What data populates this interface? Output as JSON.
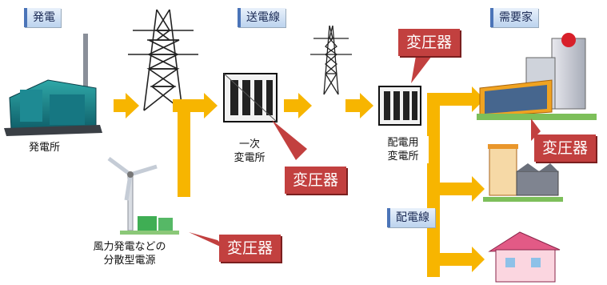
{
  "headers": {
    "generation": "発電",
    "transmission": "送電線",
    "consumers": "需要家",
    "distribution_line": "配電線"
  },
  "labels": {
    "power_plant": "発電所",
    "primary_substation": "一次\n変電所",
    "distribution_substation": "配電用\n変電所",
    "distributed_generation": "風力発電などの\n分散型電源"
  },
  "callouts": {
    "top": "変圧器",
    "right": "変圧器",
    "middle": "変圧器",
    "bottom": "変圧器"
  },
  "colors": {
    "arrow": "#f7b500",
    "callout": "#c2403f",
    "header_border": "#4b74b8"
  }
}
